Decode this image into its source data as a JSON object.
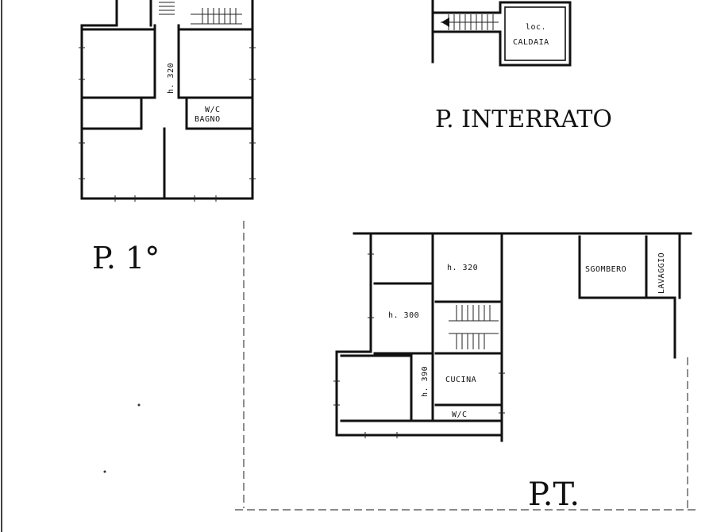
{
  "titles": {
    "interrato": "P. INTERRATO",
    "primo": "P. 1°",
    "terra": "P.T."
  },
  "rooms": {
    "loc_caldaia_line1": "loc.",
    "loc_caldaia_line2": "CALDAIA",
    "wc_1": "W/C",
    "bagno": "BAGNO",
    "h320_vertical": "h. 320",
    "h320_pt": "h. 320",
    "h300": "h. 300",
    "h390": "h. 390",
    "cucina": "CUCINA",
    "wc_pt": "W/C",
    "sgombero": "SGOMBERO",
    "lavaggio": "LAVAGGIO"
  },
  "colors": {
    "ink": "#111111",
    "paper": "#ffffff"
  }
}
